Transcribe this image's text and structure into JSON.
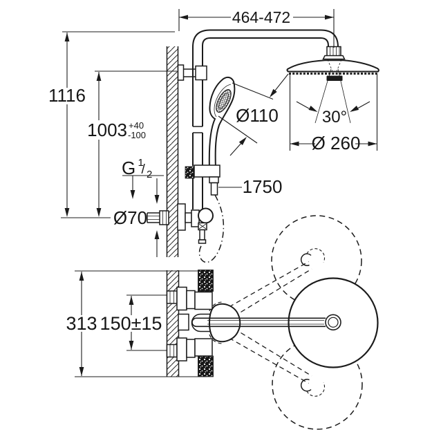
{
  "colors": {
    "line": "#1b1b1b",
    "background": "#ffffff"
  },
  "dims": {
    "arm_reach": "464-472",
    "total_height": "1116",
    "rail_height": "1003",
    "rail_height_tol_plus": "+40",
    "rail_height_tol_minus": "-100",
    "thread_letter": "G",
    "thread_numerator": "1",
    "thread_separator": "/",
    "thread_denominator": "2",
    "valve_escutcheon_dia": "Ø70",
    "hand_shower_dia": "Ø110",
    "spray_angle": "30°",
    "head_shower_dia": "Ø 260",
    "hose_length": "1750",
    "trim_height": "313",
    "inlet_spacing": "150±15"
  }
}
